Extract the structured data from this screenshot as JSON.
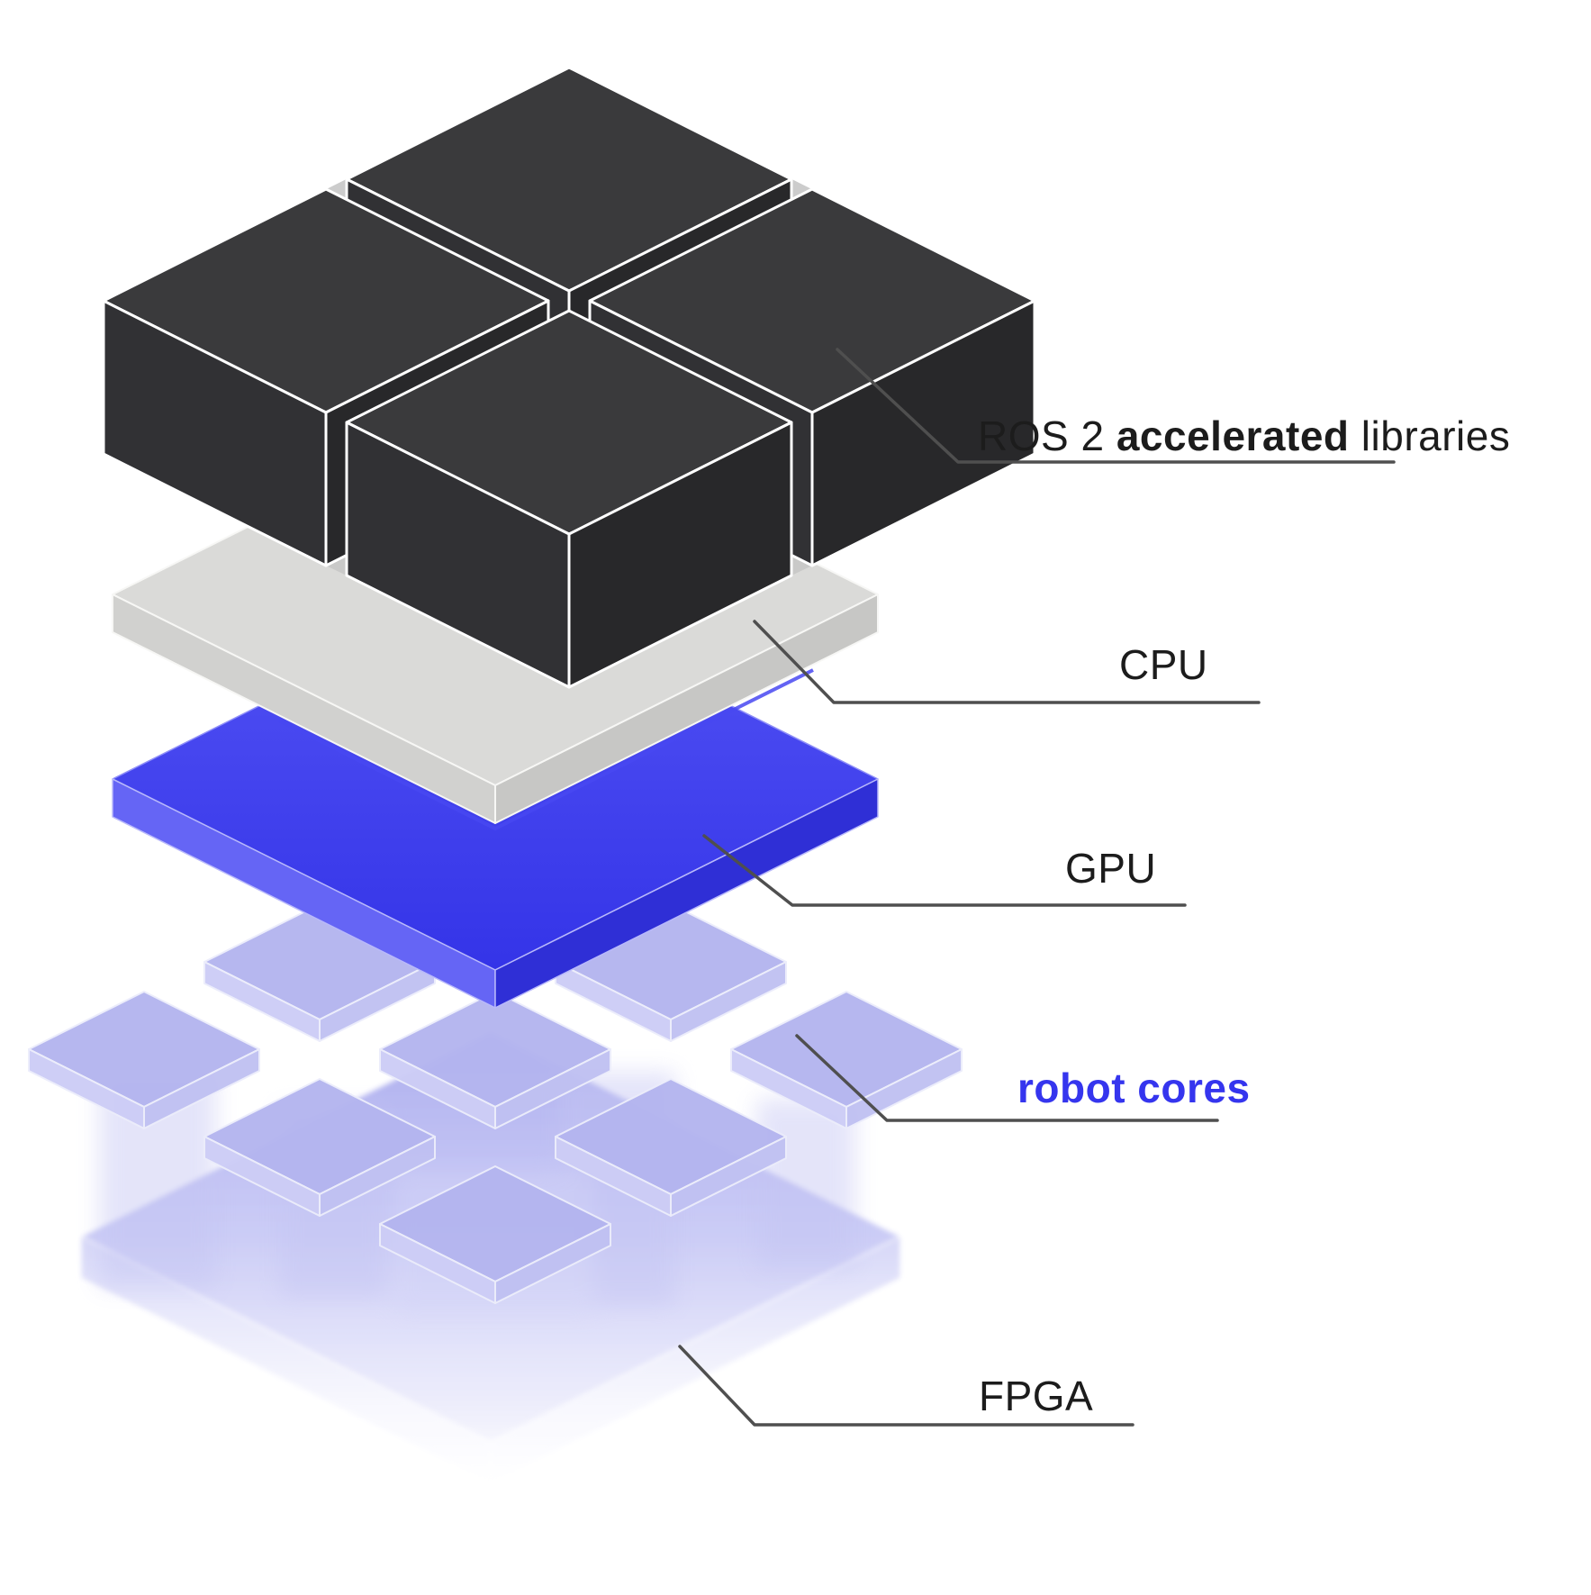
{
  "labels": {
    "ros2": {
      "pre": "ROS 2 ",
      "bold": "accelerated",
      "post": " libraries"
    },
    "cpu": "CPU",
    "gpu": "GPU",
    "robot_cores": "robot cores",
    "fpga": "FPGA"
  },
  "stack_order": [
    "ros2",
    "cpu",
    "gpu",
    "robot_cores",
    "fpga"
  ],
  "colors": {
    "background": "#ffffff",
    "cube_top": "#3a3a3c",
    "cube_left": "#313134",
    "cube_right": "#28282a",
    "cube_gap": "#c6c6c6",
    "cpu_top": "#dadad8",
    "cpu_left": "#d1d1cf",
    "cpu_right": "#c7c7c5",
    "gpu_left": "#6565f5",
    "gpu_right": "#2f2fd6",
    "gpu_rim": "#4848f1",
    "tile_top": "#b4b5ef",
    "fpga_fade": "#b0b1ee",
    "leader_line": "#4f4f4f",
    "text_dark": "#1c1c1c",
    "text_accent_blue": "#3535ee"
  }
}
